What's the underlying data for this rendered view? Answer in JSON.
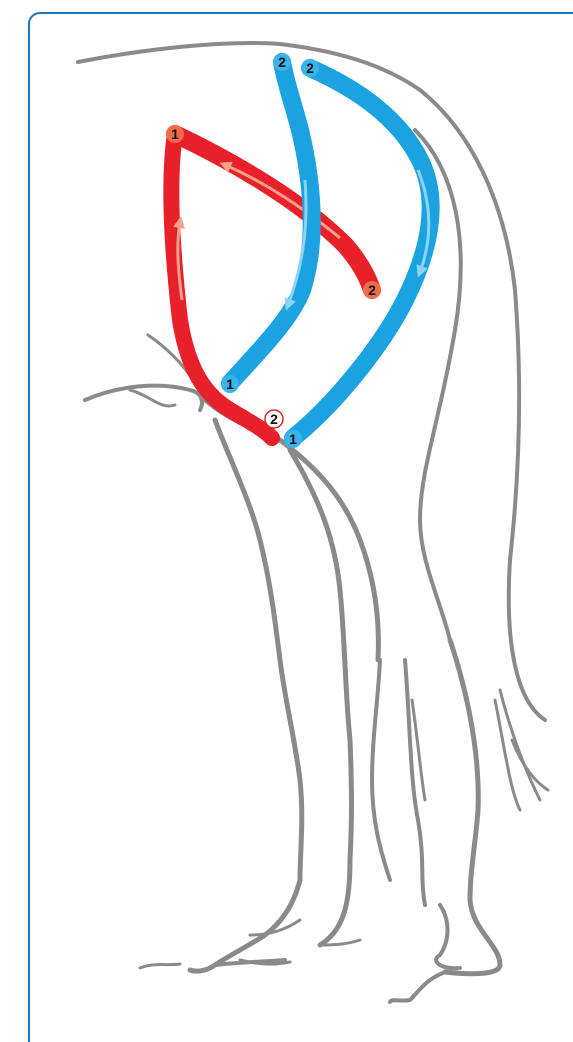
{
  "colors": {
    "frame": "#1f74b8",
    "outline": "#8a8a8a",
    "red_tape": "#e8202a",
    "red_label": "#f26a4a",
    "red_arrow": "#f7a18a",
    "blue_tape": "#1aa3e0",
    "blue_label": "#39b3ea",
    "blue_arrow": "#8fd3f4"
  },
  "labels": {
    "red_start": "1",
    "red_end_upper": "2",
    "red_end_lower": "2",
    "blue_inner_start": "1",
    "blue_inner_end": "2",
    "blue_outer_start": "1",
    "blue_outer_end": "2"
  },
  "icons": {
    "red_arrow_up": "arrow-up-icon",
    "red_arrow_diag": "arrow-diagonal-icon",
    "blue_arrow_inner": "arrow-down-icon",
    "blue_arrow_outer": "arrow-down-icon"
  }
}
